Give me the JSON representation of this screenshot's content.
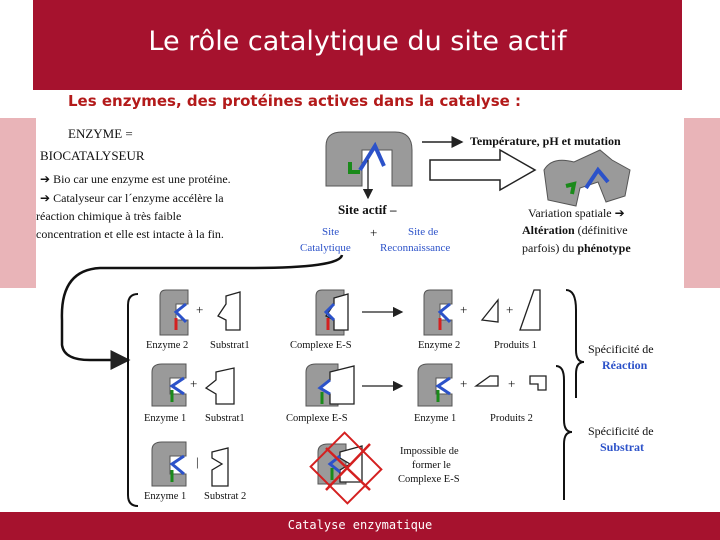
{
  "title": "Le rôle catalytique du site actif",
  "heading": "Les enzymes, des protéines actives dans la catalyse :",
  "left_block": {
    "line1": "ENZYME =",
    "line2": "BIOCATALYSEUR",
    "bullet1": "Bio car une enzyme est une protéine.",
    "bullet2": "Catalyseur car l´enzyme accélère la",
    "bullet2b": "réaction chimique à très faible",
    "bullet2c": "concentration et elle est intacte à la fin."
  },
  "top_right": {
    "factors": "Température, pH et mutation",
    "variation": "Variation spatiale",
    "alteration": "Altération",
    "alteration_rest": "(définitive",
    "line3": "parfois) du",
    "phenotype": "phénotype"
  },
  "active_site": {
    "title": "Site actif –",
    "site1": "Site",
    "plus": "+",
    "site2": "Site de",
    "catalytique": "Catalytique",
    "reconnaissance": "Reconnaissance"
  },
  "rows": [
    {
      "enzyme": "Enzyme 2",
      "substrat": "Substrat1",
      "complexe": "Complexe E-S",
      "enzyme_after": "Enzyme 2",
      "produits": "Produits 1"
    },
    {
      "enzyme": "Enzyme 1",
      "substrat": "Substrat1",
      "complexe": "Complexe E-S",
      "enzyme_after": "Enzyme 1",
      "produits": "Produits 2"
    },
    {
      "enzyme": "Enzyme 1",
      "substrat": "Substrat 2",
      "impossible1": "Impossible de",
      "impossible2": "former le",
      "impossible3": "Complexe E-S"
    }
  ],
  "specificity": {
    "reaction_label": "Spécificité de",
    "reaction_word": "Réaction",
    "substrat_label": "Spécificité de",
    "substrat_word": "Substrat"
  },
  "footer": "Catalyse enzymatique",
  "colors": {
    "brand": "#a6122e",
    "side": "#e9b4b8",
    "enzyme": "#9a9a9a",
    "site_blue": "#2c52c9",
    "site_green": "#1a8a1a",
    "site_red": "#d42020"
  }
}
